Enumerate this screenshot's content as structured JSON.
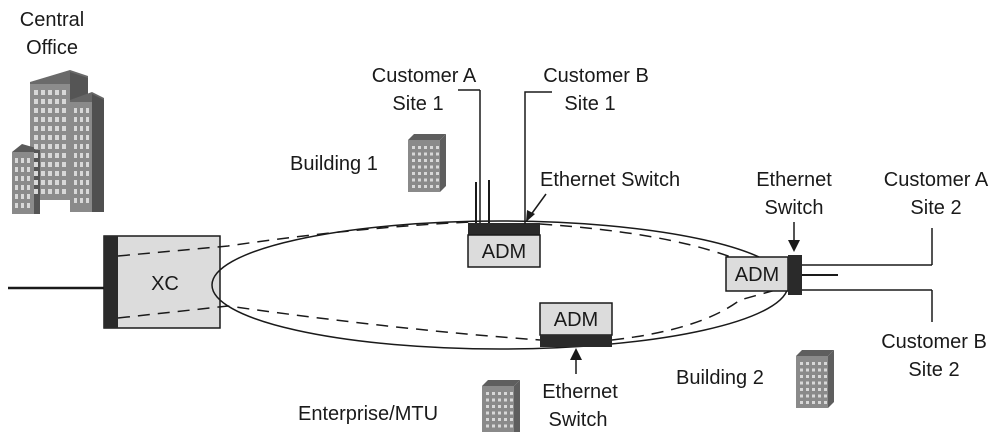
{
  "labels": {
    "central_office_1": "Central",
    "central_office_2": "Office",
    "customer_a_site1_1": "Customer A",
    "customer_a_site1_2": "Site 1",
    "customer_b_site1_1": "Customer B",
    "customer_b_site1_2": "Site 1",
    "building1": "Building 1",
    "eth_switch_top": "Ethernet Switch",
    "eth_switch_right_1": "Ethernet",
    "eth_switch_right_2": "Switch",
    "customer_a_site2_1": "Customer A",
    "customer_a_site2_2": "Site 2",
    "customer_b_site2_1": "Customer B",
    "customer_b_site2_2": "Site 2",
    "building2": "Building 2",
    "enterprise_mtu": "Enterprise/MTU",
    "eth_switch_bottom_1": "Ethernet",
    "eth_switch_bottom_2": "Switch"
  },
  "nodes": {
    "xc": "XC",
    "adm_top": "ADM",
    "adm_right": "ADM",
    "adm_bottom": "ADM"
  },
  "colors": {
    "line": "#1a1a1a",
    "box_fill": "#dcdcdc",
    "switch_bar": "#2a2a2a",
    "building_front": "#8a8a8a",
    "building_side": "#5e5e5e",
    "window": "#d8d8d8"
  }
}
